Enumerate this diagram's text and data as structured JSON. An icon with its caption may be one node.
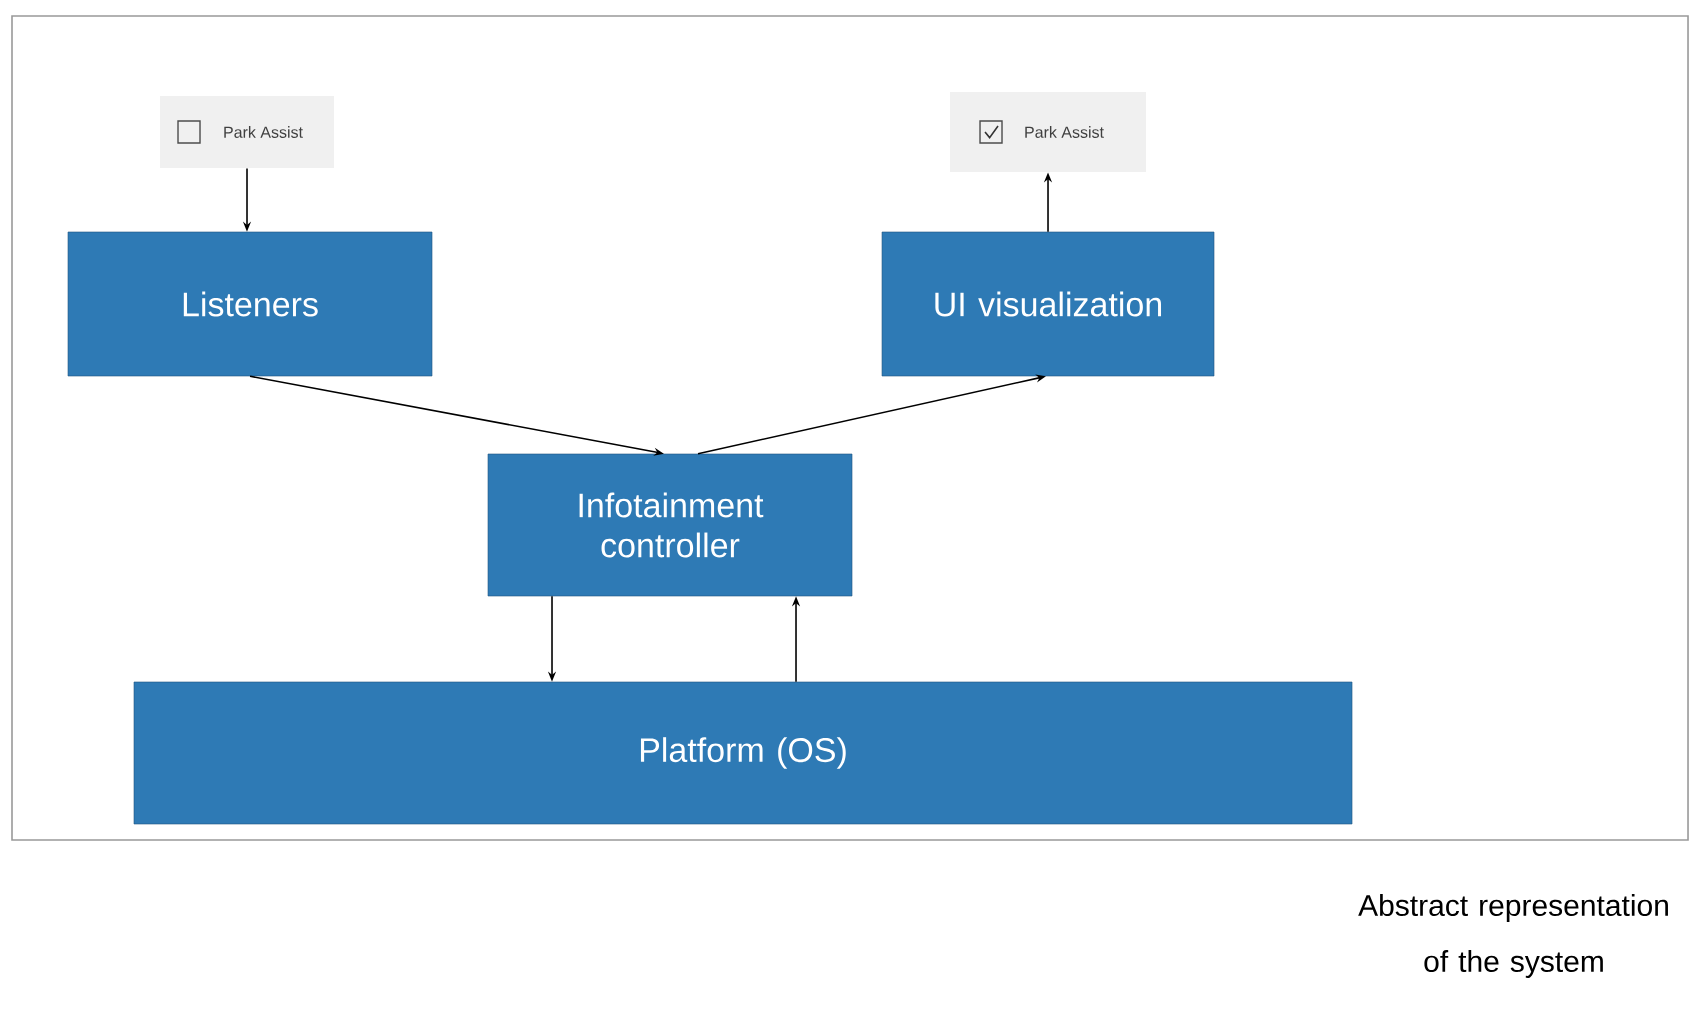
{
  "diagram": {
    "caption": "Abstract representation of the system",
    "nodes": [
      {
        "text": [
          "Park Assist"
        ]
      },
      {
        "text": [
          "Park Assist"
        ]
      },
      {
        "text": [
          "Listeners"
        ]
      },
      {
        "text": [
          "UI visualization"
        ]
      },
      {
        "text": [
          "Infotainment controller"
        ]
      },
      {
        "text": [
          "Platform (OS)"
        ]
      }
    ],
    "edges": [
      {
        "from": 0,
        "to": 2,
        "arrow": "to"
      },
      {
        "from": 2,
        "to": 4,
        "arrow": "to"
      },
      {
        "from": 4,
        "to": 3,
        "arrow": "to"
      },
      {
        "from": 3,
        "to": 1,
        "arrow": "to"
      },
      {
        "from": 4,
        "to": 5,
        "arrow": "to"
      },
      {
        "from": 5,
        "to": 4,
        "arrow": "to"
      }
    ]
  }
}
